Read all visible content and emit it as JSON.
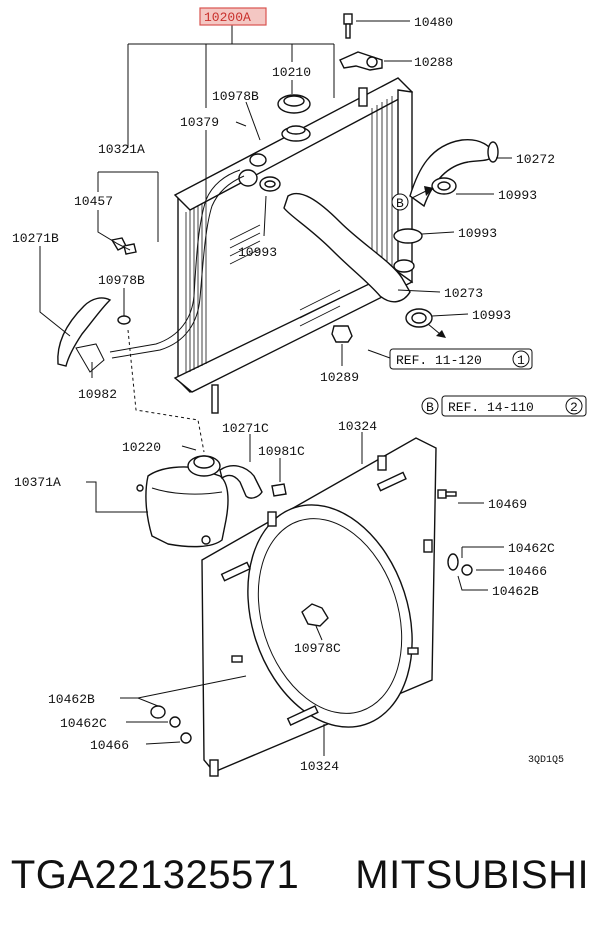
{
  "diagram": {
    "highlight_color": "#d9534f",
    "labels": {
      "p10200A": "10200A",
      "p10480": "10480",
      "p10288": "10288",
      "p10210": "10210",
      "p10978B_top": "10978B",
      "p10379": "10379",
      "p10321A": "10321A",
      "p10272": "10272",
      "p10457": "10457",
      "p10993_a": "10993",
      "p10993_b": "10993",
      "p10993_c": "10993",
      "p10993_d": "10993",
      "p10271B": "10271B",
      "p10978B": "10978B",
      "p10273": "10273",
      "p10289": "10289",
      "p10982": "10982",
      "ref1": "REF. 11-120",
      "ref1_num": "1",
      "ref2_letter": "B",
      "ref2": "REF. 14-110",
      "ref2_num": "2",
      "marker_b": "B",
      "p10220": "10220",
      "p10271C": "10271C",
      "p10324_top": "10324",
      "p10371A": "10371A",
      "p10981C": "10981C",
      "p10469": "10469",
      "p10462C_r": "10462C",
      "p10466_r": "10466",
      "p10462B_r": "10462B",
      "p10978C": "10978C",
      "p10462B_l": "10462B",
      "p10462C_l": "10462C",
      "p10466_l": "10466",
      "p10324_bot": "10324",
      "code": "3QD1Q5"
    }
  },
  "caption": {
    "part_number": "TGA221325571",
    "brand": "MITSUBISHI"
  }
}
